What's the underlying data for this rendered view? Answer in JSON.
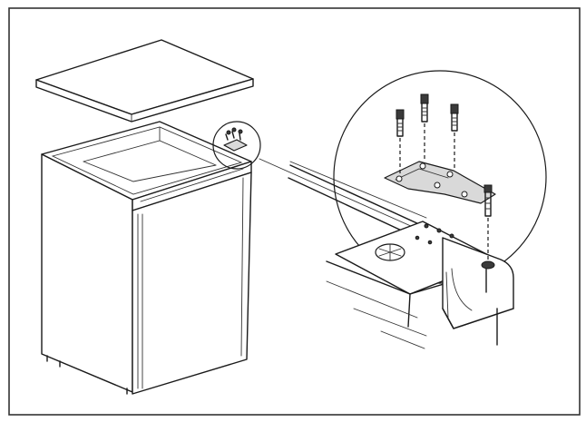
{
  "figure": {
    "frame_color": "#333333",
    "line_color": "#1a1a1a",
    "background": "#ffffff",
    "parts": [
      "outer-frame",
      "freezer-lid",
      "freezer-cabinet",
      "freezer-door",
      "hinge-callout-circle",
      "magnified-view-circle",
      "hinge-bracket",
      "hinge-screws",
      "hinge-pin",
      "cabinet-corner-detail"
    ]
  }
}
